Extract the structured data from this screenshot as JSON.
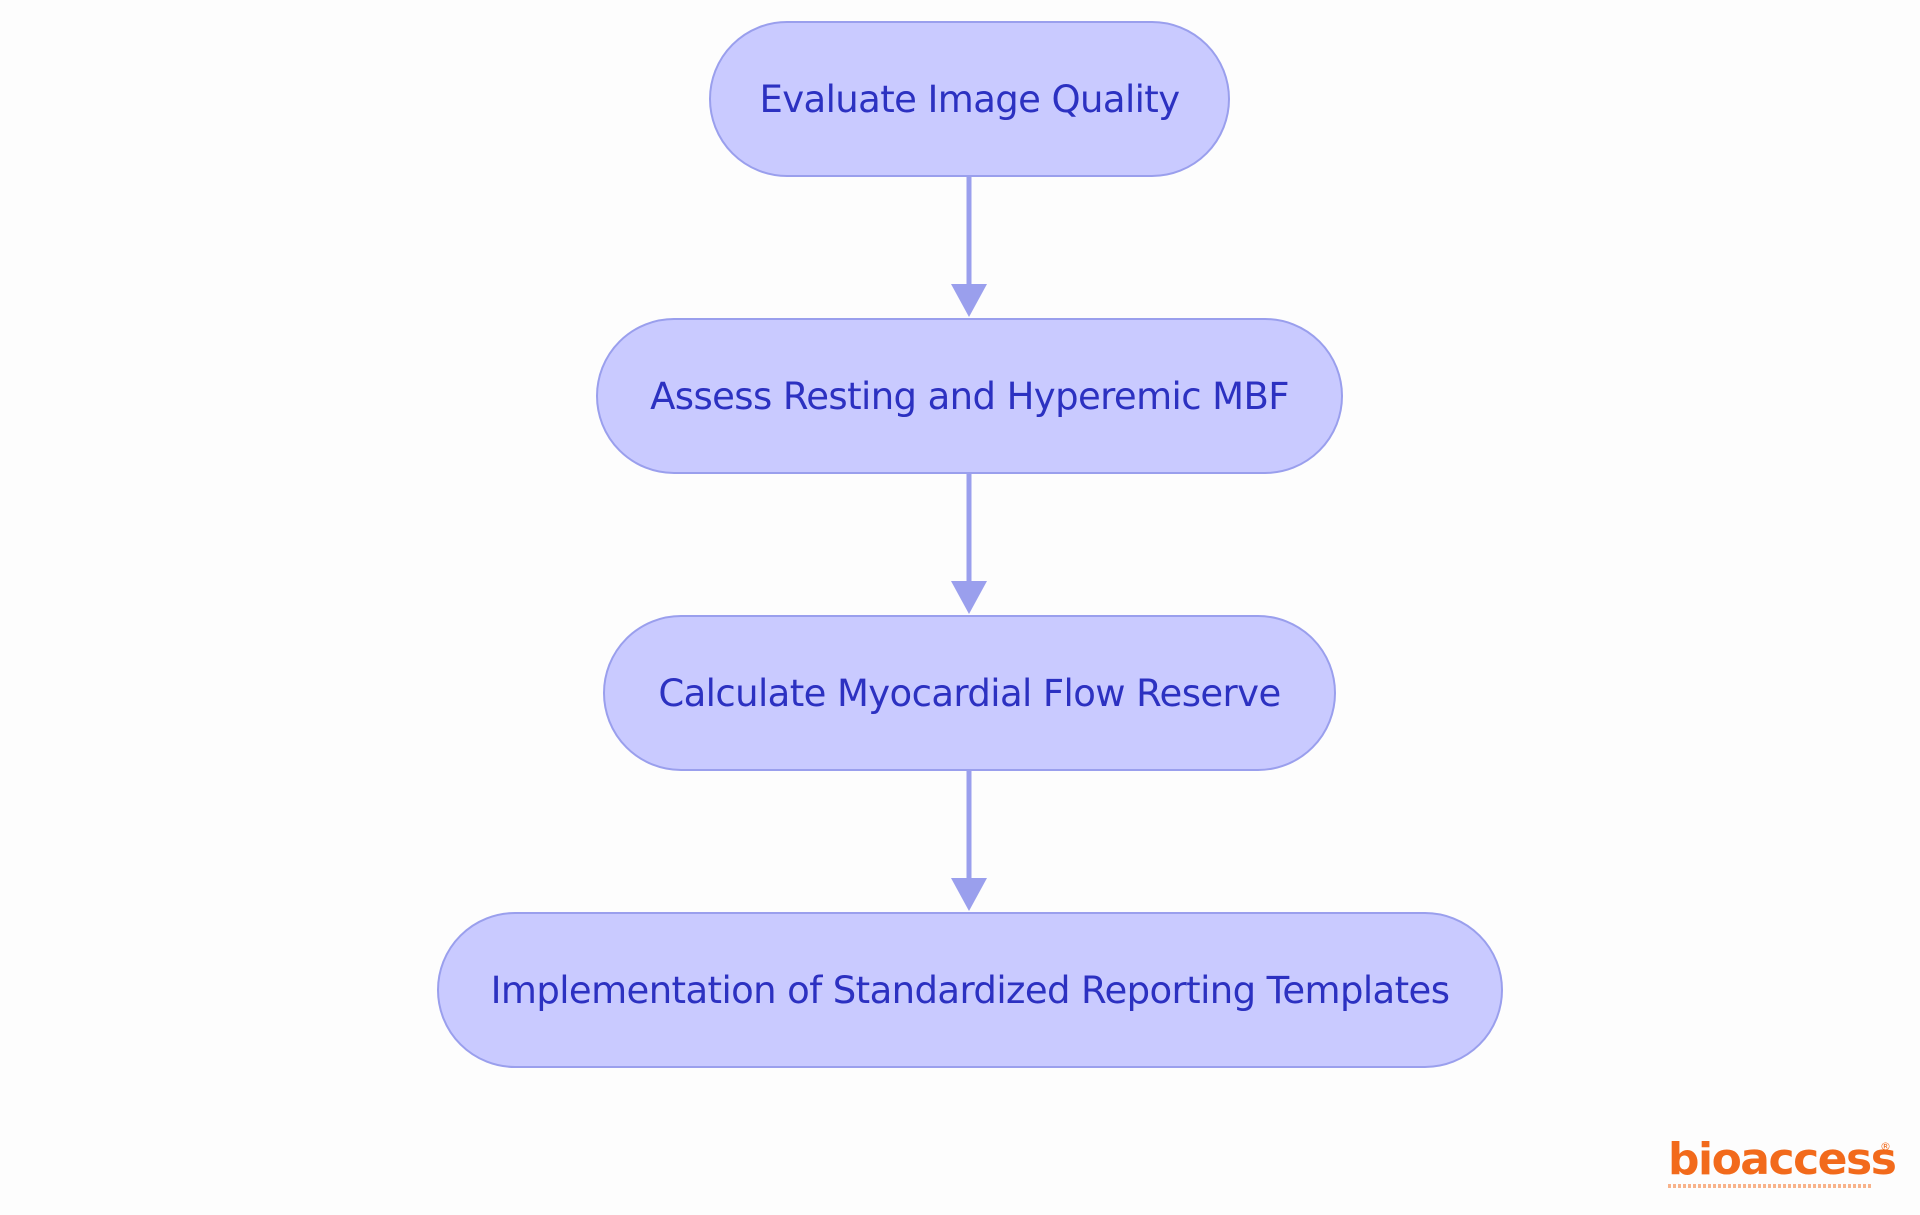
{
  "flowchart": {
    "steps": [
      {
        "label": "Evaluate Image Quality"
      },
      {
        "label": "Assess Resting and Hyperemic MBF"
      },
      {
        "label": "Calculate Myocardial Flow Reserve"
      },
      {
        "label": "Implementation of Standardized Reporting Templates"
      }
    ],
    "edges": [
      {
        "from": 0,
        "to": 1
      },
      {
        "from": 1,
        "to": 2
      },
      {
        "from": 2,
        "to": 3
      }
    ],
    "colors": {
      "node_fill": "#c9caff",
      "node_border": "#9a9fed",
      "node_text": "#2c31c1",
      "arrow": "#9a9fed"
    }
  },
  "logo": {
    "wordmark": "bioaccess",
    "registered_mark": "®",
    "color": "#f26a1b"
  }
}
